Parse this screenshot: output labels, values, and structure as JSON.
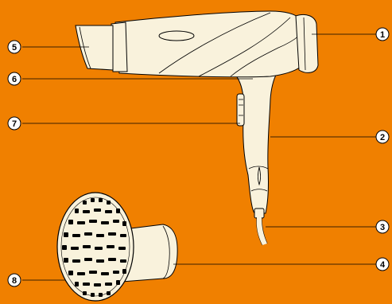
{
  "colors": {
    "background": "#F08000",
    "body": "#F9F2DC",
    "outline": "#000000",
    "callout_circle": "#FFFFFF"
  },
  "callouts": [
    {
      "id": "1",
      "label": "1"
    },
    {
      "id": "2",
      "label": "2"
    },
    {
      "id": "3",
      "label": "3"
    },
    {
      "id": "4",
      "label": "4"
    },
    {
      "id": "5",
      "label": "5"
    },
    {
      "id": "6",
      "label": "6"
    },
    {
      "id": "7",
      "label": "7"
    },
    {
      "id": "8",
      "label": "8"
    }
  ]
}
